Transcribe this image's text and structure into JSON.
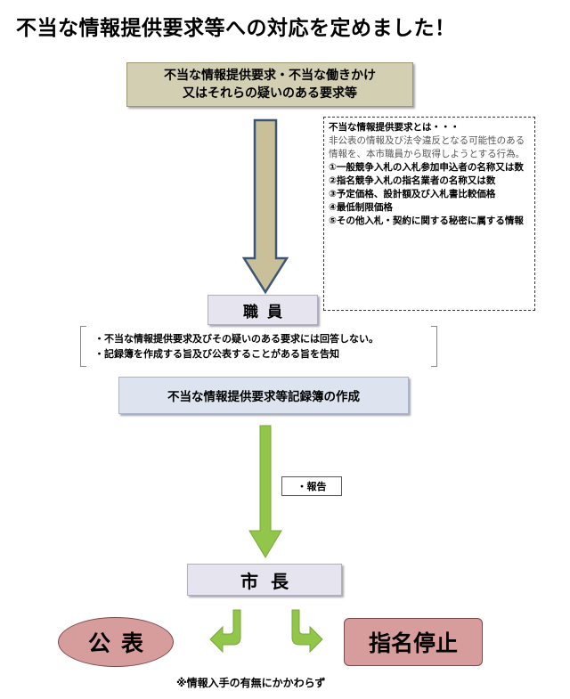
{
  "title": "不当な情報提供要求等への対応を定めました！",
  "top_box": {
    "line1": "不当な情報提供要求・不当な働きかけ",
    "line2": "又はそれらの疑いのある要求等"
  },
  "definition": {
    "heading": "不当な情報提供要求とは・・・",
    "intro": "非公表の情報及び法令違反となる可能性のある情報を、本市職員から取得しようとする行為。",
    "items": [
      "①一般競争入札の入札参加申込者の名称又は数",
      "②指名競争入札の指名業者の名称又は数",
      "③予定価格、設計額及び入札書比較価格",
      "④最低制限価格",
      "⑤その他入札・契約に関する秘密に属する情報"
    ]
  },
  "staff_label": "職員",
  "notes": [
    "・不当な情報提供要求及びその疑いのある要求には回答しない。",
    "・記録簿を作成する旨及び公表することがある旨を告知"
  ],
  "record_label": "不当な情報提供要求等記録簿の作成",
  "report_label": "・報告",
  "mayor_label": "市長",
  "publish_label": "公表",
  "suspend_label": "指名停止",
  "footnote": "※情報入手の有無にかかわらず",
  "colors": {
    "top_box": "#d2cfb2",
    "arrow_olive": "#c9c09a",
    "arrow_outline": "#3e5675",
    "staff_box": "#e6e4ef",
    "record_box": "#dde4ef",
    "arrow_green": "#92c64a",
    "result_red": "#d79c9c"
  }
}
